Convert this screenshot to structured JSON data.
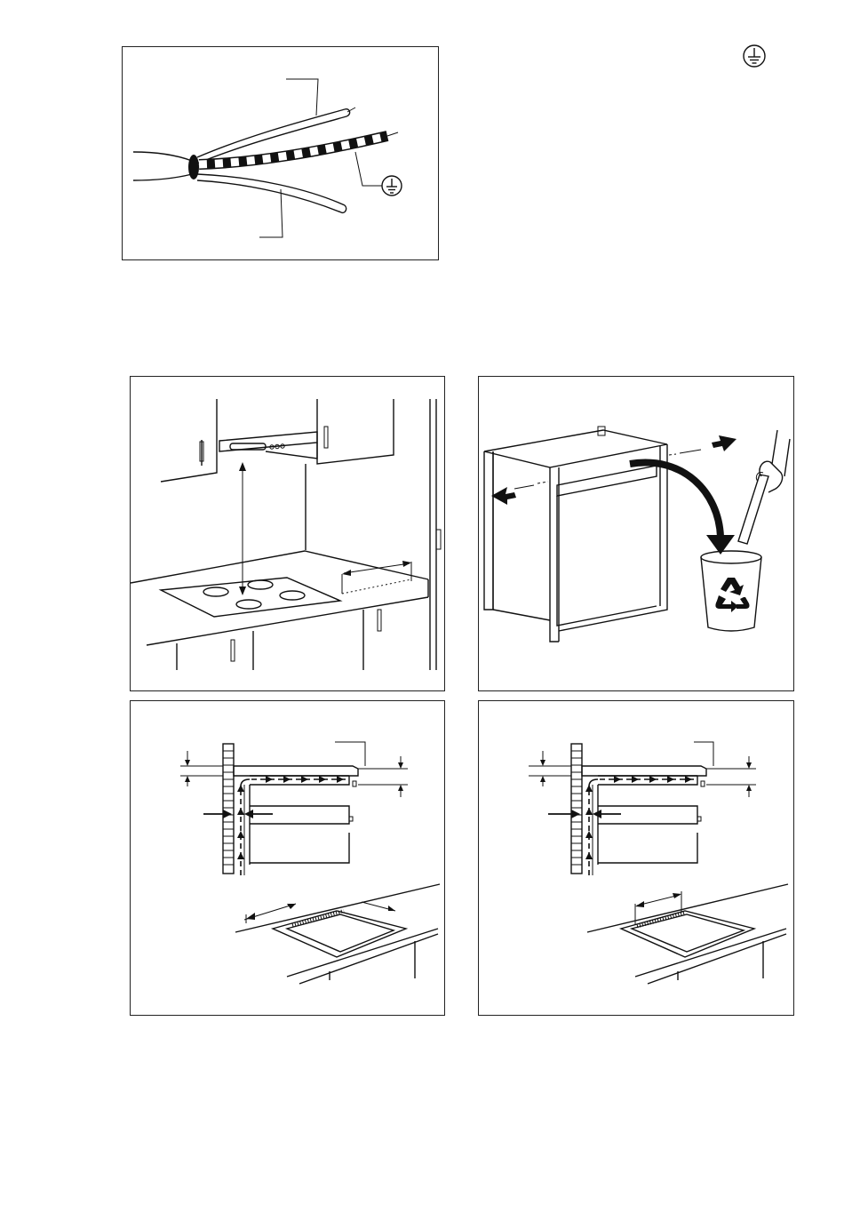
{
  "page": {
    "background": "#ffffff",
    "line_color": "#111111",
    "fill_gray": "#c8c8c8"
  },
  "icons": {
    "header_symbol": "earth-ground-icon",
    "cable_symbol": "earth-ground-icon",
    "recycle": "recycle-icon"
  },
  "figures": [
    {
      "id": "cable-wiring",
      "icon": "earth-ground-icon"
    },
    {
      "id": "hood-clearance",
      "icon": "cooker-hood-icon"
    },
    {
      "id": "cabinet-preparation",
      "icon": "recycle-icon"
    },
    {
      "id": "ventilation-section-a",
      "icon": "airflow-arrow-icon"
    },
    {
      "id": "ventilation-section-b",
      "icon": "airflow-arrow-icon"
    }
  ]
}
